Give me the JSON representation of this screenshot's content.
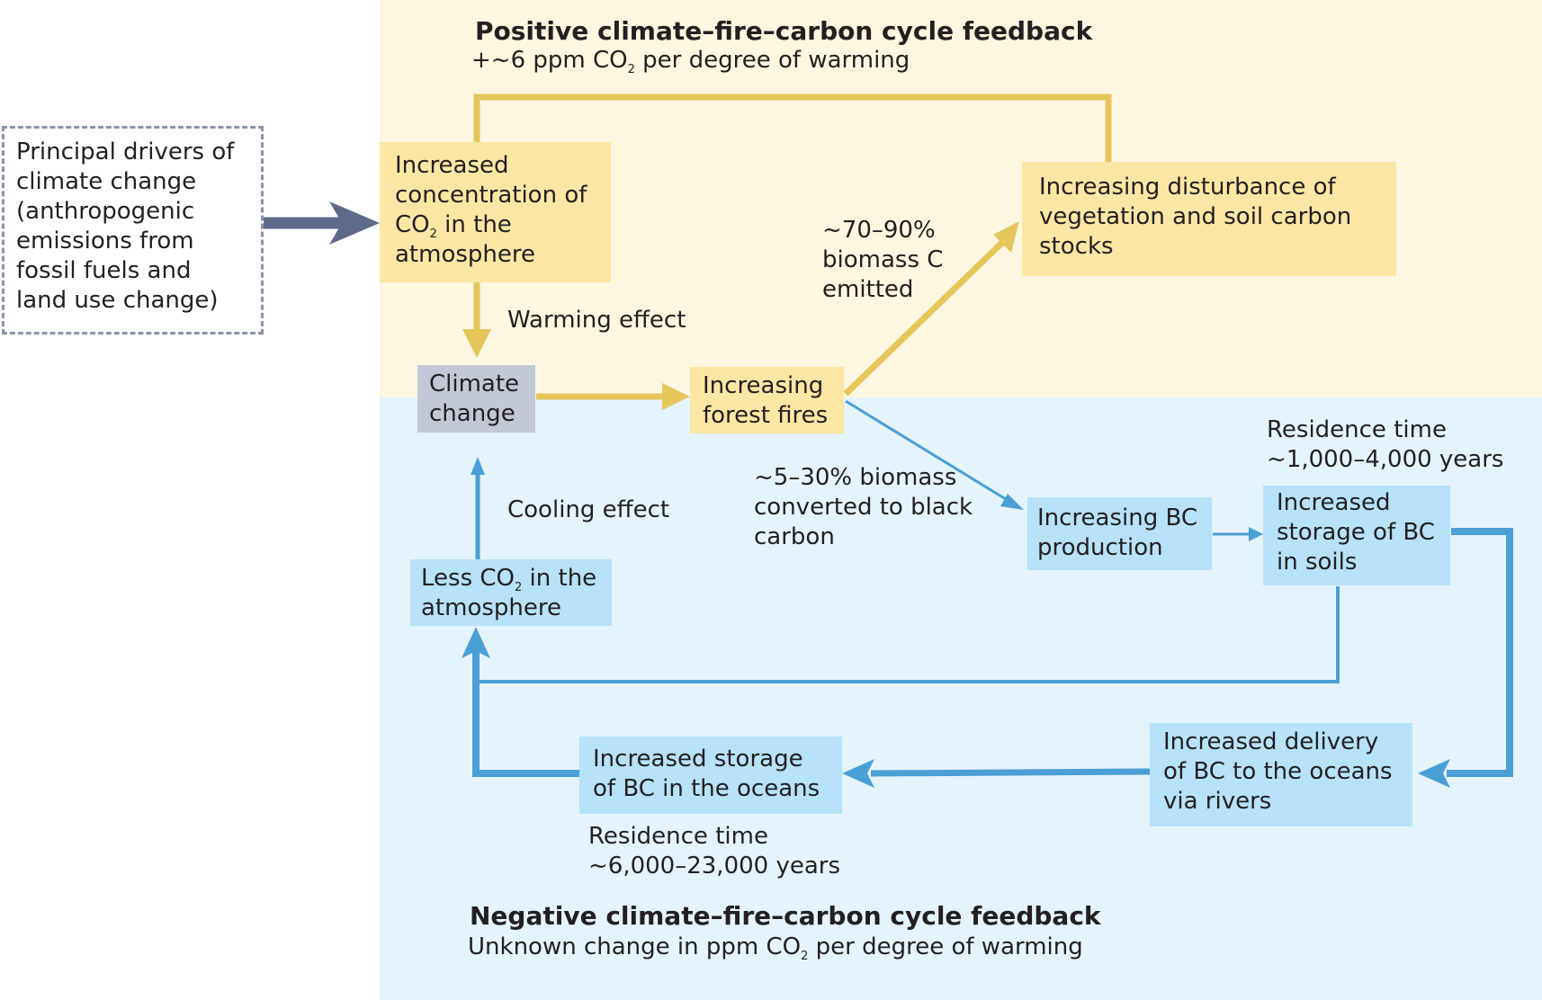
{
  "positive": {
    "title": "Positive climate–fire–carbon cycle feedback",
    "subtitle": {
      "before": "+~6 ppm CO",
      "sub": "2",
      "after": " per degree of warming"
    }
  },
  "negative": {
    "title": "Negative climate–fire–carbon cycle feedback",
    "subtitle": {
      "before": "Unknown change in ppm CO",
      "sub": "2",
      "after": " per degree of warming"
    }
  },
  "boxes": {
    "drivers": [
      "Principal drivers of",
      "climate change",
      "(anthropogenic",
      "emissions from",
      "fossil fuels and",
      "land use change)"
    ],
    "co2_increase": {
      "l1": "Increased",
      "l2": "concentration of",
      "l3_before": "CO",
      "l3_sub": "2",
      "l3_after": " in the",
      "l4": "atmosphere"
    },
    "climate_change": [
      "Climate",
      "change"
    ],
    "forest_fires": [
      "Increasing",
      "forest fires"
    ],
    "disturbance": [
      "Increasing disturbance of",
      "vegetation and soil carbon",
      "stocks"
    ],
    "bc_production": [
      "Increasing BC",
      "production"
    ],
    "bc_soils": [
      "Increased",
      "storage of BC",
      "in soils"
    ],
    "less_co2": {
      "l1_before": "Less CO",
      "l1_sub": "2",
      "l1_after": " in the",
      "l2": "atmosphere"
    },
    "bc_oceans_storage": [
      "Increased storage",
      "of BC in the oceans"
    ],
    "bc_rivers": [
      "Increased delivery",
      "of BC to the oceans",
      "via rivers"
    ]
  },
  "labels": {
    "warming_effect": "Warming effect",
    "cooling_effect": "Cooling effect",
    "biomass_emitted": [
      "~70–90%",
      "biomass C",
      "emitted"
    ],
    "black_carbon": [
      "~5–30% biomass",
      "converted to black",
      "carbon"
    ],
    "residence_soils": [
      "Residence time",
      "~1,000–4,000 years"
    ],
    "residence_oceans": [
      "Residence time",
      "~6,000–23,000 years"
    ]
  },
  "colors": {
    "positive_bg": "#fdf6e1",
    "negative_bg": "#e5f3fc",
    "yellow_box": "#fbe6a3",
    "blue_box": "#b7e2f7",
    "grey_box": "#c3c8d6",
    "yellow_arrow": "#e6c65a",
    "blue_arrow": "#4a9fd6",
    "driver_arrow": "#5f6a88"
  }
}
